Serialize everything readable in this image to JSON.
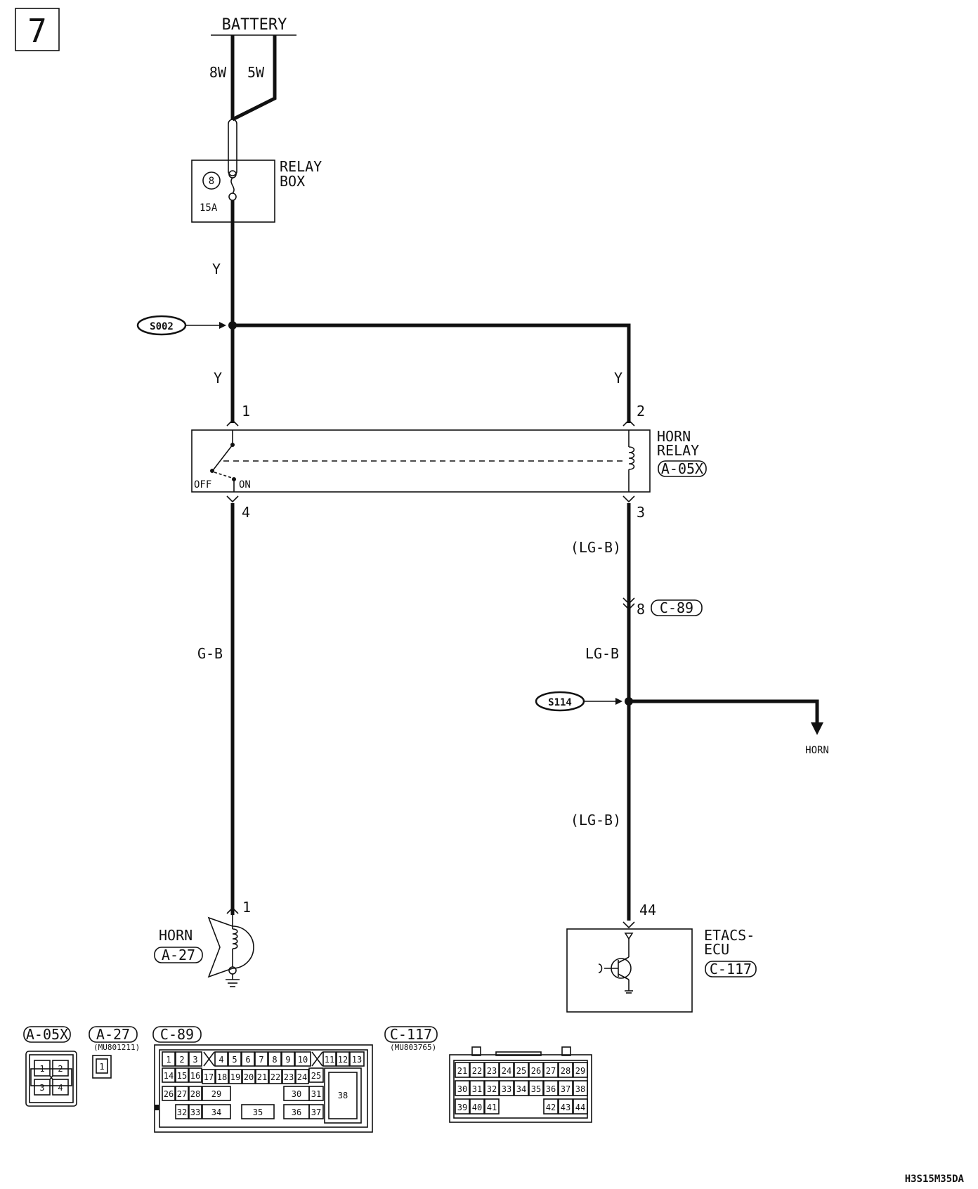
{
  "page": {
    "number": "7",
    "code": "H3S15M35DA"
  },
  "battery": {
    "label": "BATTERY",
    "wire_left": "8W",
    "wire_right": "5W"
  },
  "relay_box": {
    "label_line1": "RELAY",
    "label_line2": "BOX",
    "fuse_no": "8",
    "fuse_rating": "15A"
  },
  "splices": {
    "s002": "S002",
    "s114": "S114"
  },
  "wires": {
    "y_top": "Y",
    "y_left": "Y",
    "y_right": "Y",
    "lgb_1": "(LG-B)",
    "lgb_2": "LG-B",
    "lgb_3": "(LG-B)",
    "gb": "G-B"
  },
  "horn_relay": {
    "label_line1": "HORN",
    "label_line2": "RELAY",
    "connector": "A-05X",
    "pin1": "1",
    "pin2": "2",
    "pin3": "3",
    "pin4": "4",
    "off": "OFF",
    "on": "ON"
  },
  "junction": {
    "pin": "8",
    "connector": "C-89"
  },
  "horn_arrow": {
    "label": "HORN"
  },
  "horn": {
    "label": "HORN",
    "connector": "A-27",
    "pin": "1"
  },
  "etacs": {
    "label_line1": "ETACS-",
    "label_line2": "ECU",
    "connector": "C-117",
    "pin": "44"
  },
  "connectors": {
    "a05x": {
      "title": "A-05X",
      "pins": [
        "1",
        "2",
        "3",
        "4"
      ]
    },
    "a27": {
      "title": "A-27",
      "part": "(MU801211)",
      "pins": [
        "1"
      ]
    },
    "c89": {
      "title": "C-89",
      "row1": [
        "1",
        "2",
        "3",
        "4",
        "5",
        "6",
        "7",
        "8",
        "9",
        "10",
        "11",
        "12",
        "13"
      ],
      "row2": [
        "14",
        "15",
        "16",
        "17",
        "18",
        "19",
        "20",
        "21",
        "22",
        "23",
        "24",
        "25"
      ],
      "row3": [
        "26",
        "27",
        "28",
        "29",
        "30",
        "31"
      ],
      "row4": [
        "32",
        "33",
        "34",
        "35",
        "36",
        "37"
      ],
      "big": "38"
    },
    "c117": {
      "title": "C-117",
      "part": "(MU803765)",
      "row1": [
        "21",
        "22",
        "23",
        "24",
        "25",
        "26",
        "27",
        "28",
        "29"
      ],
      "row2": [
        "30",
        "31",
        "32",
        "33",
        "34",
        "35",
        "36",
        "37",
        "38"
      ],
      "row3": [
        "39",
        "40",
        "41",
        "42",
        "43",
        "44"
      ]
    }
  }
}
